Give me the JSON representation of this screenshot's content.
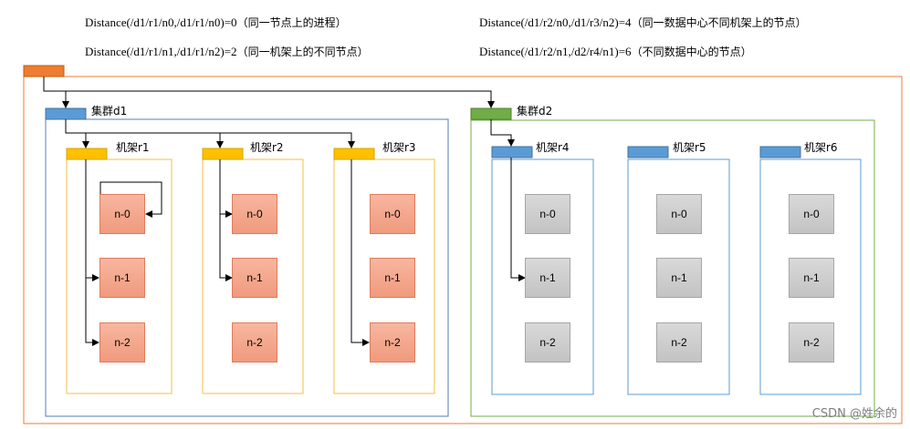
{
  "formulas": [
    {
      "expr": "Distance(/d1/r1/n0,/d1/r1/n0)=0",
      "note": "（同一节点上的进程）"
    },
    {
      "expr": "Distance(/d1/r1/n1,/d1/r1/n2)=2",
      "note": "（同一机架上的不同节点）"
    },
    {
      "expr": "Distance(/d1/r2/n0,/d1/r3/n2)=4",
      "note": "（同一数据中心不同机架上的节点）"
    },
    {
      "expr": "Distance(/d1/r2/n1,/d2/r4/n1)=6",
      "note": "（不同数据中心的节点）"
    }
  ],
  "clusters": [
    {
      "label": "集群d1",
      "color": "#5b9bd5",
      "border": "#4f7fb8",
      "racks": [
        {
          "label": "机架r1",
          "color": "#ffc000",
          "border": "#f0c040",
          "nodes": [
            "n-0",
            "n-1",
            "n-2"
          ]
        },
        {
          "label": "机架r2",
          "color": "#ffc000",
          "border": "#f0c040",
          "nodes": [
            "n-0",
            "n-1",
            "n-2"
          ]
        },
        {
          "label": "机架r3",
          "color": "#ffc000",
          "border": "#f0c040",
          "nodes": [
            "n-0",
            "n-1",
            "n-2"
          ]
        }
      ]
    },
    {
      "label": "集群d2",
      "color": "#70ad47",
      "border": "#70ad47",
      "racks": [
        {
          "label": "机架r4",
          "color": "#5b9bd5",
          "border": "#5b9bd5",
          "nodes": [
            "n-0",
            "n-1",
            "n-2"
          ]
        },
        {
          "label": "机架r5",
          "color": "#5b9bd5",
          "border": "#5b9bd5",
          "nodes": [
            "n-0",
            "n-1",
            "n-2"
          ]
        },
        {
          "label": "机架r6",
          "color": "#5b9bd5",
          "border": "#5b9bd5",
          "nodes": [
            "n-0",
            "n-1",
            "n-2"
          ]
        }
      ]
    }
  ],
  "root": {
    "color": "#ed7d31",
    "border": "#ed7d31"
  },
  "watermark": "CSDN @姓余的"
}
